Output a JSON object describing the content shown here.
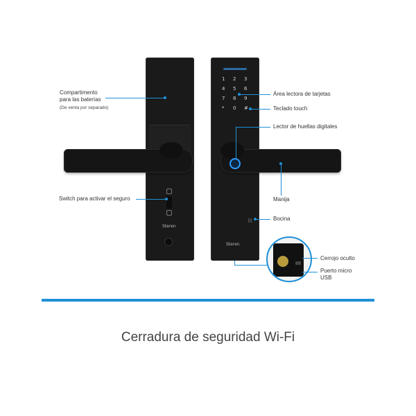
{
  "labels": {
    "battery_line1": "Compartimento",
    "battery_line2": "para las baterías",
    "battery_note": "(De venta por separado)",
    "switch": "Switch para activar el seguro",
    "card_reader": "Área lectora de tarjetas",
    "touch_keypad": "Teclado touch",
    "fingerprint": "Lector de huellas digitales",
    "handle": "Manija",
    "speaker": "Bocina",
    "hidden_bolt": "Cerrojo oculto",
    "usb_line1": "Puerto micro",
    "usb_line2": "USB"
  },
  "keypad": [
    "1",
    "2",
    "3",
    "4",
    "5",
    "6",
    "7",
    "8",
    "9",
    "*",
    "0",
    "#"
  ],
  "brand": "Steren",
  "title": "Cerradura de seguridad Wi-Fi",
  "colors": {
    "accent": "#1e90d8",
    "device": "#1a1a1a"
  }
}
